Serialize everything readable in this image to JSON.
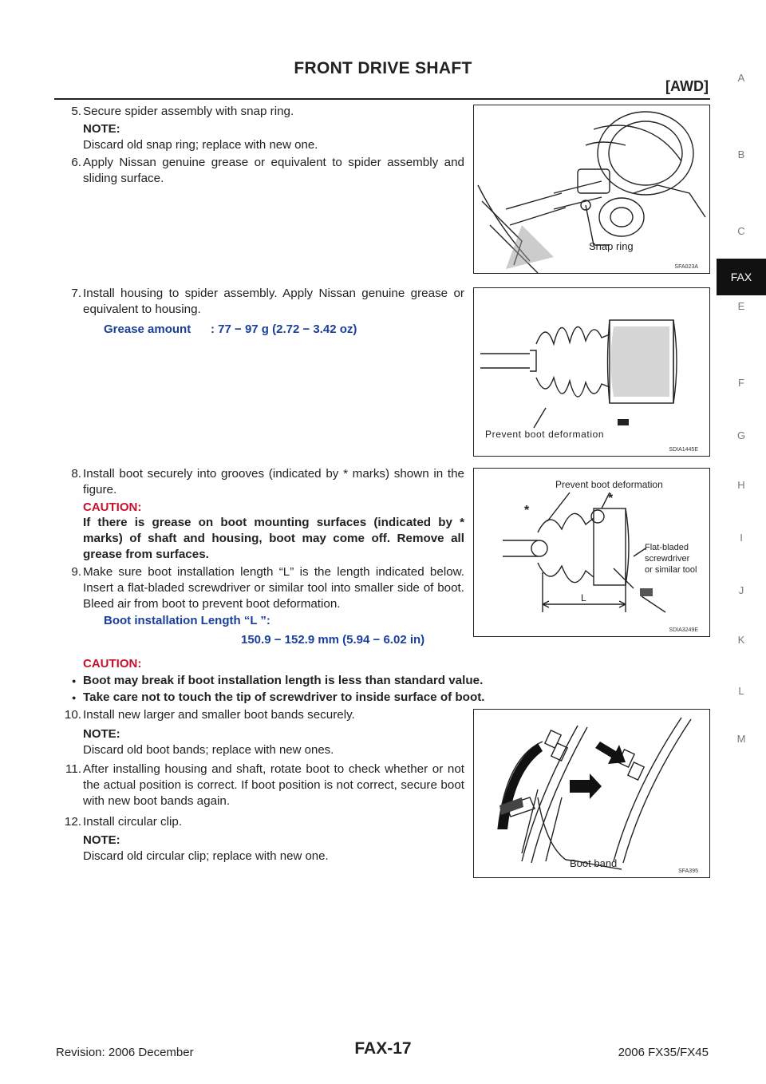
{
  "header": {
    "title": "FRONT DRIVE SHAFT",
    "subtitle": "[AWD]"
  },
  "side_tabs": [
    "A",
    "B",
    "C",
    "FAX",
    "E",
    "F",
    "G",
    "H",
    "I",
    "J",
    "K",
    "L",
    "M"
  ],
  "steps": {
    "s5": {
      "num": "5.",
      "text": "Secure spider assembly with snap ring.",
      "note_label": "NOTE:",
      "note": "Discard old snap ring; replace with new one."
    },
    "s6": {
      "num": "6.",
      "text": "Apply Nissan genuine grease or equivalent to spider assembly and sliding surface."
    },
    "s7": {
      "num": "7.",
      "text": "Install housing to spider assembly. Apply Nissan genuine grease or equivalent to housing.",
      "spec_label": "Grease amount",
      "spec_value": ": 77 − 97 g (2.72 − 3.42 oz)"
    },
    "s8": {
      "num": "8.",
      "text": "Install boot securely into grooves (indicated by * marks) shown in the figure.",
      "caution_label": "CAUTION:",
      "caution": "If there is grease on boot mounting surfaces (indicated by * marks) of shaft and housing, boot may come off. Remove all grease from surfaces."
    },
    "s9": {
      "num": "9.",
      "text": "Make sure boot installation length “L” is the length indicated below. Insert a flat-bladed screwdriver or similar tool into smaller side of boot. Bleed air from boot to prevent boot deformation.",
      "spec_label": "Boot installation Length “L ”:",
      "spec_value": "150.9 − 152.9 mm (5.94 − 6.02 in)",
      "caution_label": "CAUTION:",
      "bullets": [
        "Boot may break if boot installation length is less than standard value.",
        "Take care not to touch the tip of screwdriver to inside surface of boot."
      ]
    },
    "s10": {
      "num": "10.",
      "text": "Install new larger and smaller boot bands securely.",
      "note_label": "NOTE:",
      "note": "Discard old boot bands; replace with new ones."
    },
    "s11": {
      "num": "11.",
      "text": "After installing housing and shaft, rotate boot to check whether or not the actual position is correct. If boot position is not correct, secure boot with new boot bands again."
    },
    "s12": {
      "num": "12.",
      "text": "Install circular clip.",
      "note_label": "NOTE:",
      "note": "Discard old circular clip; replace with new one."
    }
  },
  "figures": {
    "f1": {
      "id": "SFA023A",
      "label": "Snap ring"
    },
    "f2": {
      "id": "SDIA1445E",
      "label": "Prevent boot deformation"
    },
    "f3": {
      "id": "SDIA3249E",
      "label_top": "Prevent boot deformation",
      "label_tool_1": "Flat-bladed",
      "label_tool_2": "screwdriver",
      "label_tool_3": "or similar tool",
      "label_L": "L",
      "star": "*"
    },
    "f4": {
      "id": "SFA395",
      "label": "Boot band"
    }
  },
  "footer": {
    "revision": "Revision: 2006 December",
    "page": "FAX-17",
    "model": "2006 FX35/FX45"
  }
}
